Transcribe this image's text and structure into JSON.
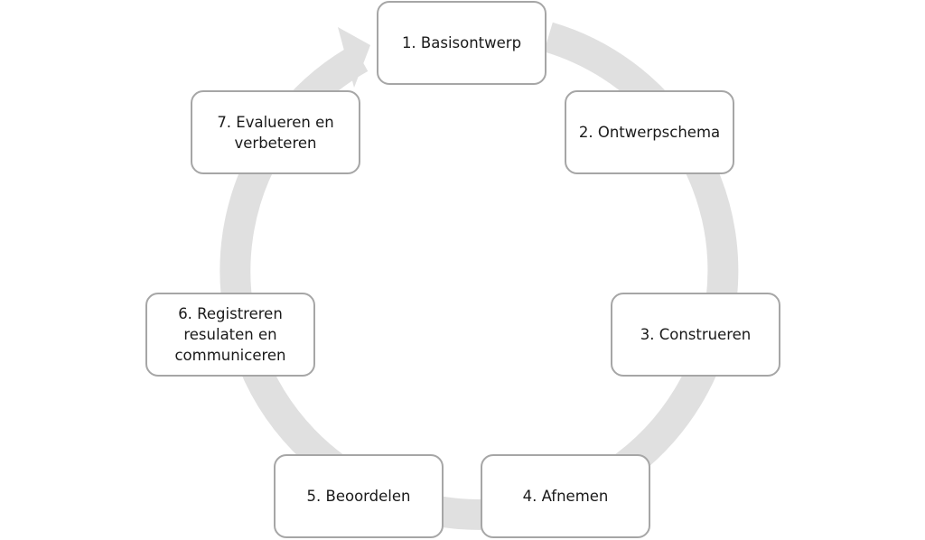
{
  "diagram": {
    "cycle_color": "#e0e0e0",
    "box_border_color": "#a6a6a6",
    "steps": [
      {
        "label": "1. Basisontwerp"
      },
      {
        "label": "2. Ontwerpschema"
      },
      {
        "label": "3. Construeren"
      },
      {
        "label": "4. Afnemen"
      },
      {
        "label": "5. Beoordelen"
      },
      {
        "label": "6. Registreren\nresulaten en\ncommuniceren"
      },
      {
        "label": "7. Evalueren en\nverbeteren"
      }
    ]
  }
}
